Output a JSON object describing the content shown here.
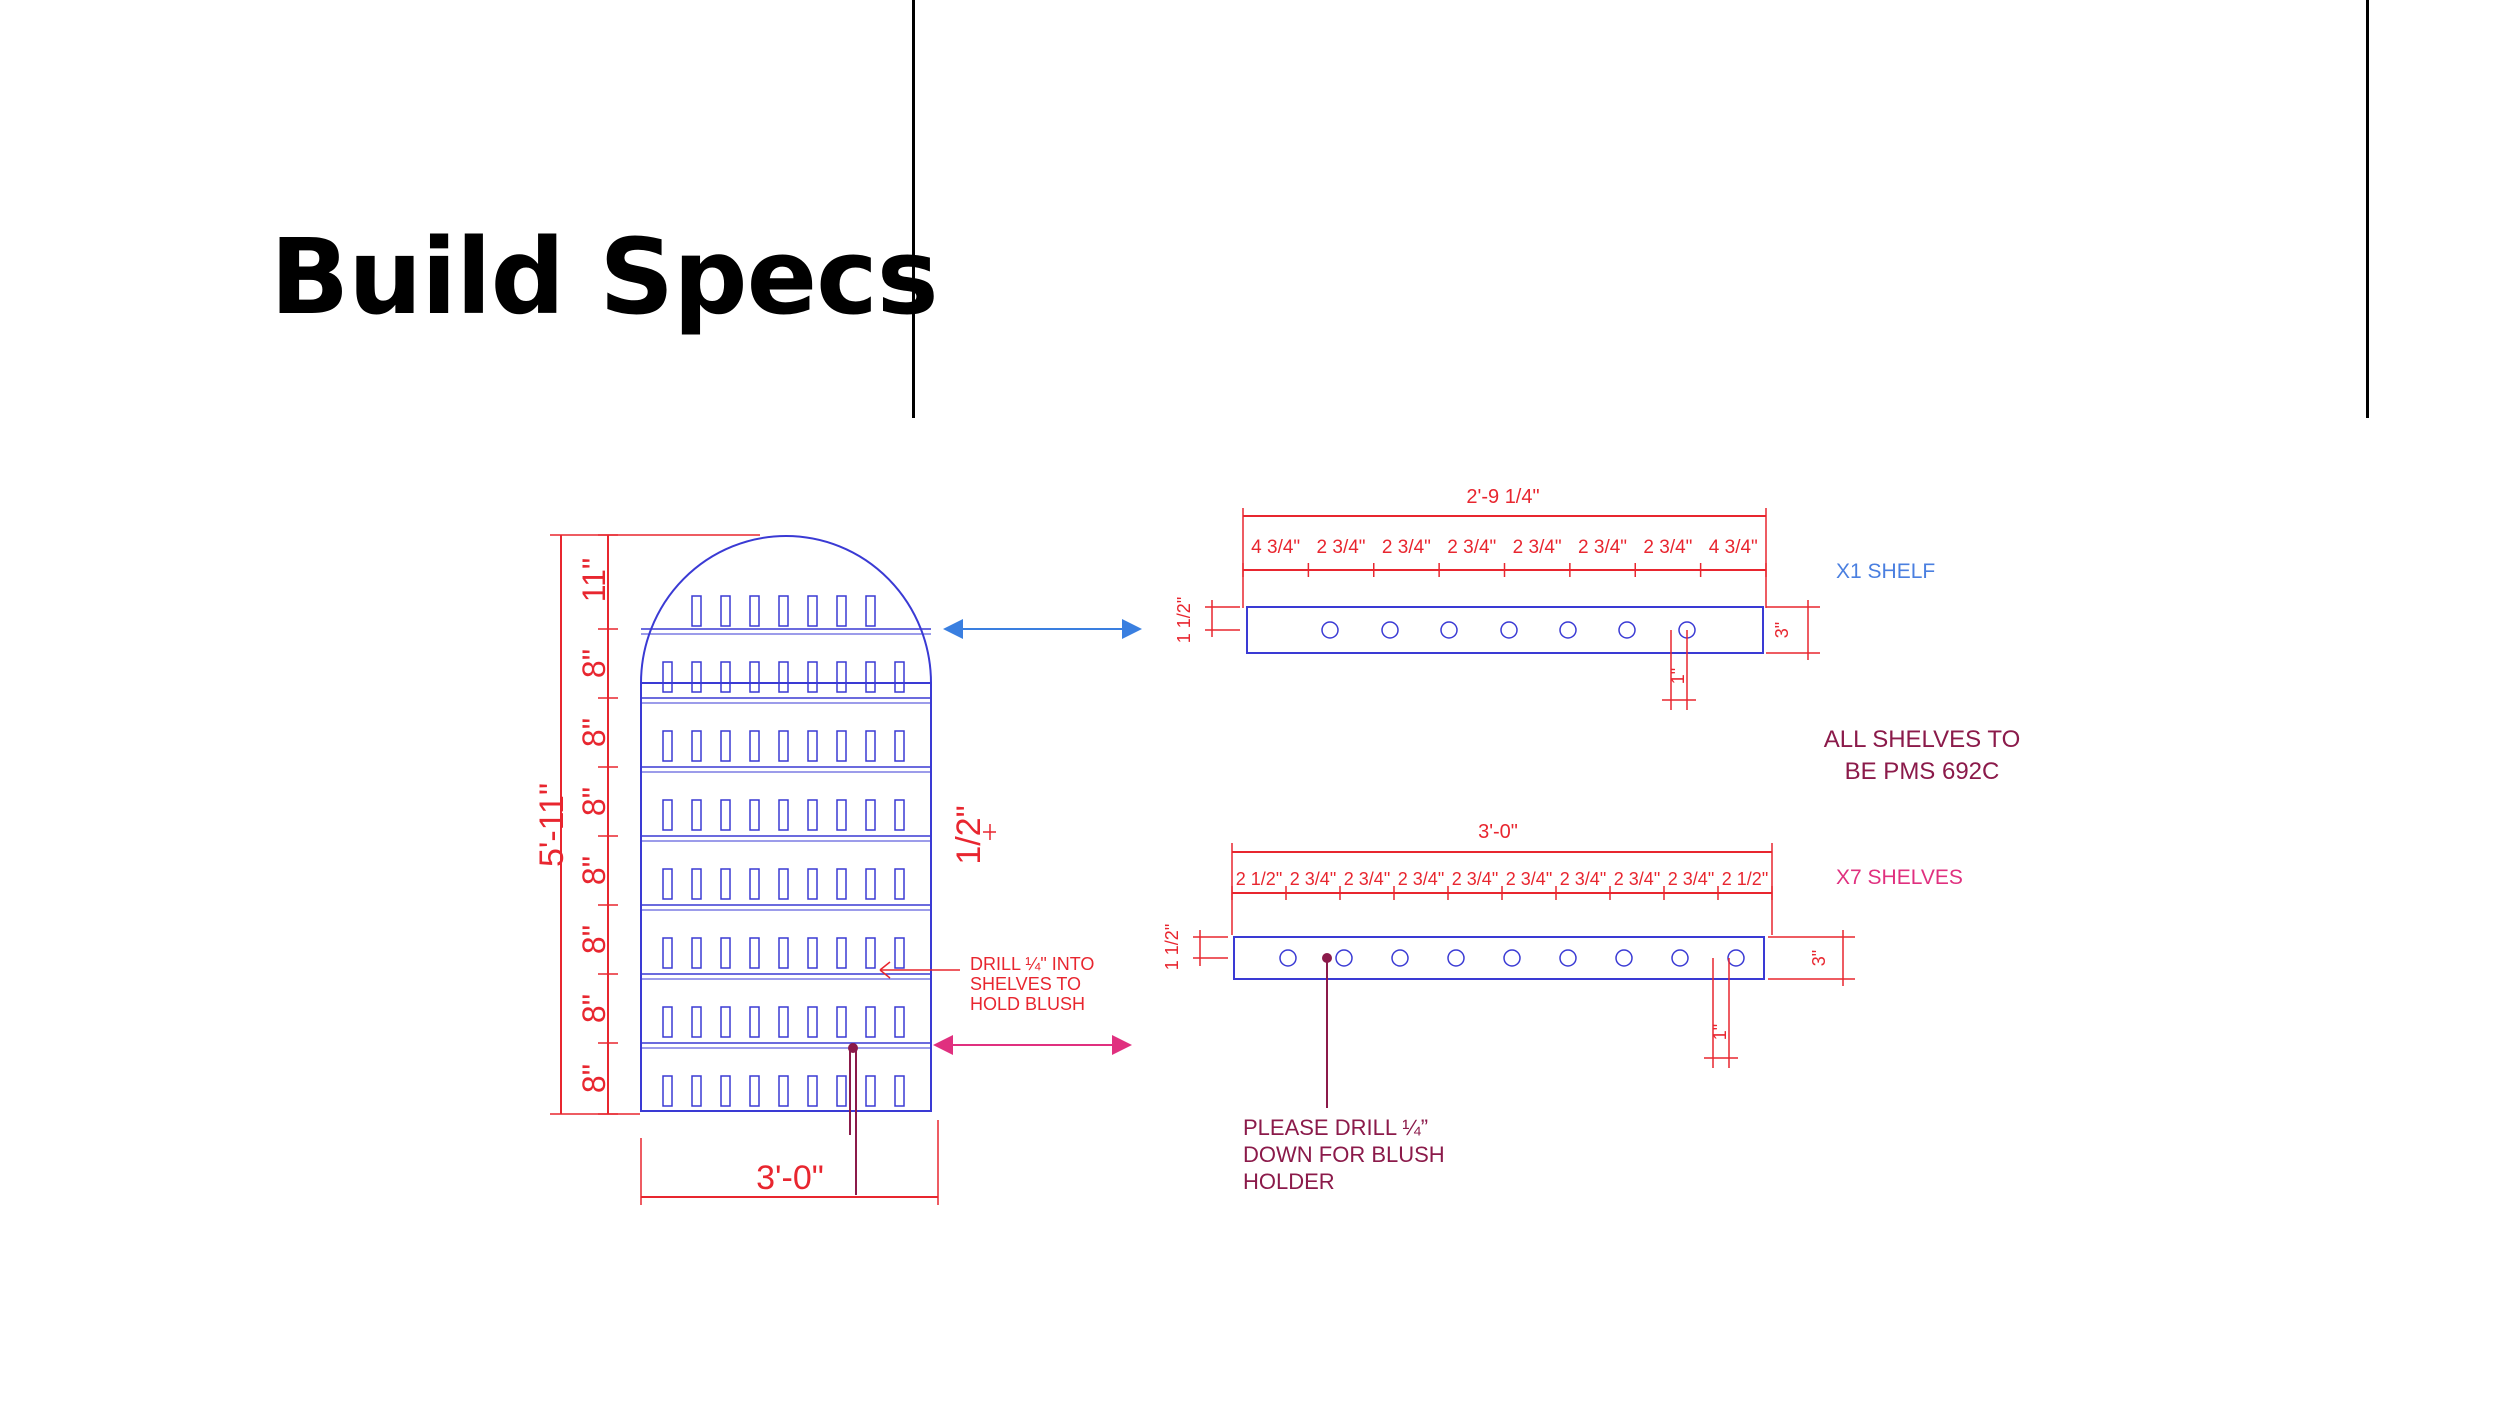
{
  "slide": {
    "title": "Build Specs"
  },
  "colors": {
    "dimension": "#e8262f",
    "outline": "#3a3ad4",
    "x1_label": "#4a7fe0",
    "x7_label": "#e0307f",
    "note": "#8b1a4a",
    "arrow_blue": "#3a7fe0",
    "arrow_pink": "#e0307f"
  },
  "elevation": {
    "total_height": "5'-11\"",
    "width": "3'-0\"",
    "top_section": "11\"",
    "shelf_spacing": [
      "8\"",
      "8\"",
      "8\"",
      "8\"",
      "8\"",
      "8\"",
      "8\""
    ],
    "shelf_thickness": "1/2\"",
    "drill_note": [
      "DRILL ¼\" INTO",
      "SHELVES TO",
      "HOLD BLUSH"
    ]
  },
  "x1_shelf": {
    "label": "X1 SHELF",
    "overall": "2'-9 1/4\"",
    "segments": [
      "4 3/4\"",
      "2 3/4\"",
      "2 3/4\"",
      "2 3/4\"",
      "2 3/4\"",
      "2 3/4\"",
      "2 3/4\"",
      "4 3/4\""
    ],
    "depth": "3\"",
    "hole_offset": "1 1/2\"",
    "hole_size": "1\""
  },
  "finish_note": [
    "ALL SHELVES TO",
    "BE PMS 692C"
  ],
  "x7_shelves": {
    "label": "X7 SHELVES",
    "overall": "3'-0\"",
    "segments": [
      "2 1/2\"",
      "2 3/4\"",
      "2 3/4\"",
      "2 3/4\"",
      "2 3/4\"",
      "2 3/4\"",
      "2 3/4\"",
      "2 3/4\"",
      "2 3/4\"",
      "2 1/2\""
    ],
    "depth": "3\"",
    "hole_offset": "1 1/2\"",
    "hole_size": "1\""
  },
  "drill_note_bottom": [
    "PLEASE DRILL ¼”",
    "DOWN FOR BLUSH",
    "HOLDER"
  ]
}
